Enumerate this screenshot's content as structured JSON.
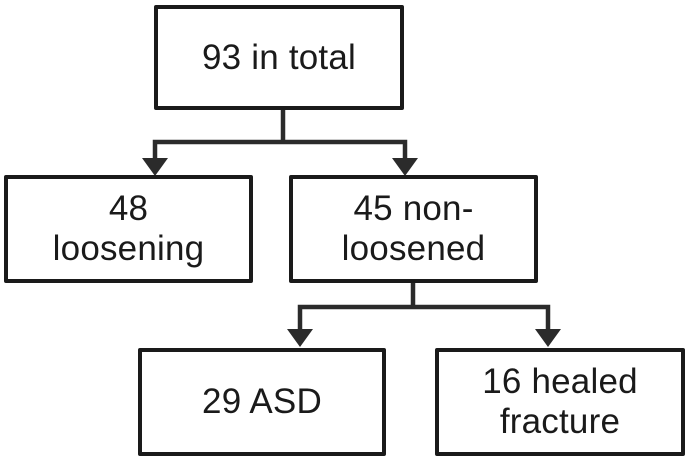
{
  "diagram": {
    "type": "flowchart",
    "nodes": [
      {
        "id": "total",
        "label": "93 in total"
      },
      {
        "id": "loosening",
        "label": "48\nloosening"
      },
      {
        "id": "non-loosened",
        "label": "45 non-\nloosened"
      },
      {
        "id": "asd",
        "label": "29 ASD"
      },
      {
        "id": "healed-fracture",
        "label": "16 healed\nfracture"
      }
    ],
    "edges": [
      {
        "from": "total",
        "to": "loosening"
      },
      {
        "from": "total",
        "to": "non-loosened"
      },
      {
        "from": "non-loosened",
        "to": "asd"
      },
      {
        "from": "non-loosened",
        "to": "healed-fracture"
      }
    ],
    "connector_style": {
      "arrowhead": "filled-triangle-down",
      "line_type": "elbow"
    }
  },
  "colors": {
    "background": "#ffffff",
    "box_border": "#1a1a1a",
    "connector": "#2b2b2b",
    "text": "#1a1a1a"
  }
}
